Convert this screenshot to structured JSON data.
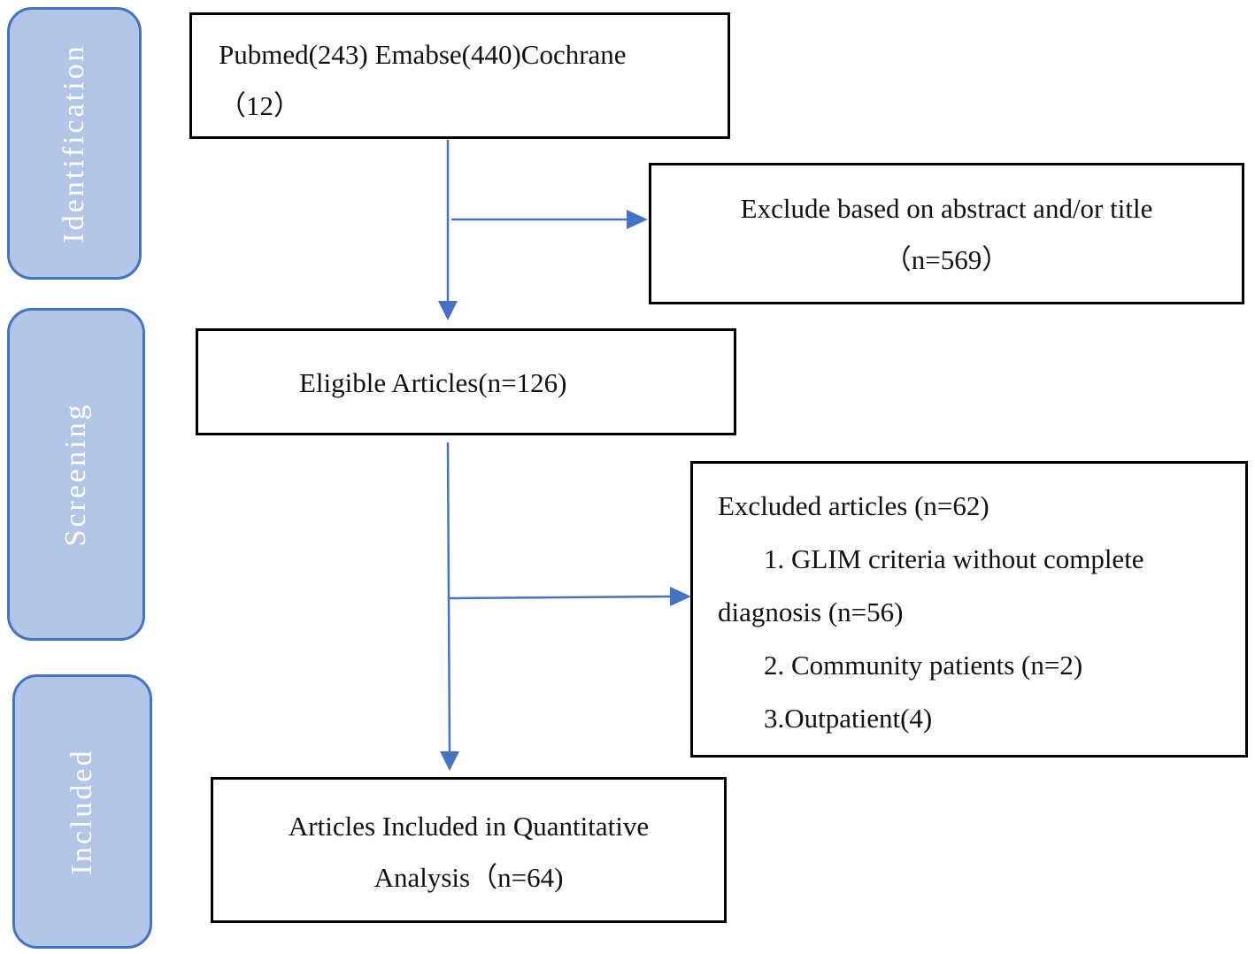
{
  "stages": {
    "identification": "Identification",
    "screening": "Screening",
    "included": "Included"
  },
  "boxes": {
    "sources": {
      "line1": "Pubmed(243) Emabse(440)Cochrane",
      "line2": "（12）"
    },
    "exclude_abstract": {
      "line1": "Exclude based on abstract and/or title",
      "line2": "（n=569）"
    },
    "eligible": {
      "line1": "Eligible Articles(n=126)"
    },
    "excluded_articles": {
      "line1": "Excluded articles (n=62)",
      "line2": "1. GLIM criteria without complete",
      "line3": "diagnosis (n=56)",
      "line4": "2. Community patients (n=2)",
      "line5": "3.Outpatient(4)"
    },
    "included": {
      "line1": "Articles Included in Quantitative",
      "line2": "Analysis（n=64)"
    }
  },
  "colors": {
    "stage_fill": "#b4c6e7",
    "stage_border": "#4472c4",
    "arrow": "#4472c4",
    "box_border": "#000000"
  }
}
